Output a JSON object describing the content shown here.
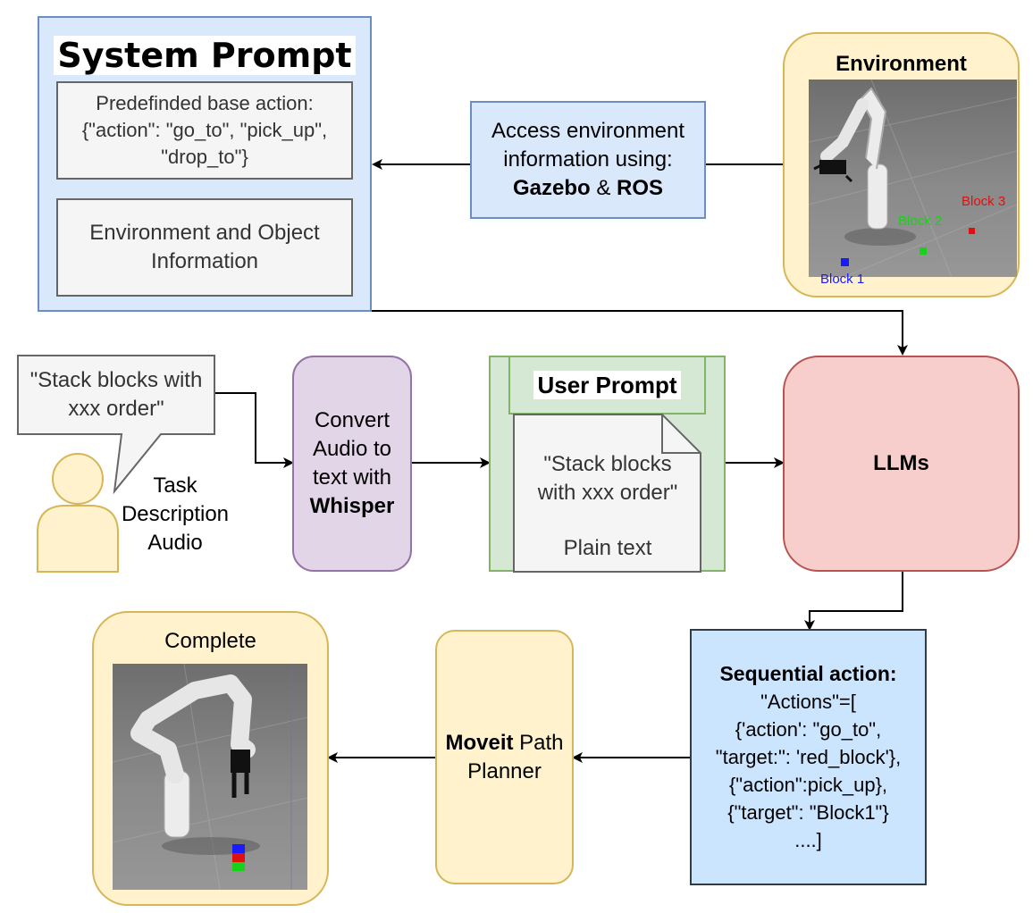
{
  "system_prompt": {
    "title": "System Prompt",
    "base_action": [
      "Predefinded base action:",
      "{\"action\": \"go_to\", \"pick_up\",",
      "\"drop_to\"}"
    ],
    "env_info": [
      "Environment and Object",
      "Information"
    ]
  },
  "access_env": {
    "line1": "Access environment",
    "line2": "information using:",
    "gazebo": "Gazebo",
    "amp": " & ",
    "ros": "ROS"
  },
  "environment": {
    "title": "Environment",
    "block1": "Block 1",
    "block2": "Block 2",
    "block3": "Block 3"
  },
  "speech": [
    "\"Stack blocks with",
    "xxx order\""
  ],
  "task_audio": [
    "Task",
    "Description",
    "Audio"
  ],
  "whisper": {
    "lines": [
      "Convert",
      "Audio to",
      "text with"
    ],
    "bold": "Whisper"
  },
  "user_prompt": {
    "title": "User Prompt",
    "doc": [
      "\"Stack blocks",
      "with xxx order\""
    ],
    "plain": "Plain text"
  },
  "llms": "LLMs",
  "sequential": {
    "title": "Sequential action:",
    "lines": [
      "\"Actions\"=[",
      "{'action': \"go_to\",",
      "\"target:\": 'red_block'},",
      "{\"action\":pick_up},",
      "{\"target\": \"Block1\"}",
      "....]"
    ]
  },
  "moveit": {
    "bold": "Moveit",
    "rest": " Path",
    "line2": "Planner"
  },
  "complete": {
    "title": "Complete"
  },
  "colors": {
    "blue_fill": "#dae8fc",
    "blue_stroke": "#6c8ebf",
    "yellow_fill": "#fff2cc",
    "yellow_stroke": "#d6b656",
    "red_fill": "#f8cecc",
    "red_stroke": "#b85450",
    "purple_fill": "#e1d5e7",
    "purple_stroke": "#9673a6",
    "green_fill": "#d5e8d4",
    "green_stroke": "#82b366",
    "grey_fill": "#f5f5f5",
    "grey_stroke": "#666666"
  }
}
